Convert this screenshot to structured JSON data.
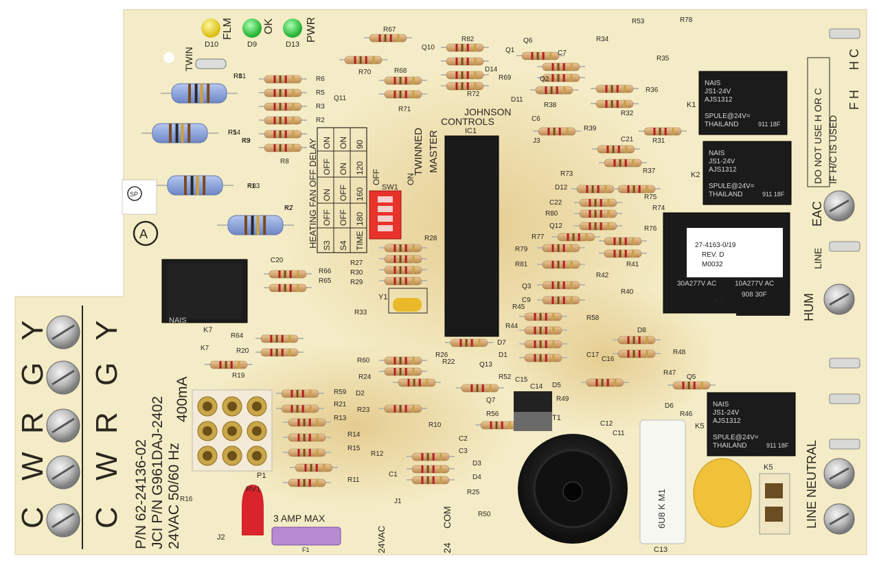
{
  "board": {
    "labels": {
      "part_number": "P/N 62-24136-02",
      "jci_part_number": "JCI P/N G961DAJ-2402",
      "rating": "24VAC 50/60 Hz",
      "current": "400mA",
      "fuse_rating": "3 AMP MAX",
      "manufacturer_line1": "JOHNSON",
      "manufacturer_line2": "CONTROLS",
      "twin": "TWIN",
      "twinned": "TWINNED",
      "master": "MASTER",
      "dip_on": "ON",
      "dip_off": "OFF",
      "hum": "HUM",
      "eac": "EAC",
      "line": "LINE",
      "line_neutral": "LINE NEUTRAL",
      "hc_note_1": "DO NOT USE H OR C",
      "hc_note_2": "IF H/C IS USED",
      "hc_letters": "H C",
      "fh": "F H",
      "com": "COM",
      "v24": "24",
      "vac24": "24VAC",
      "k5": "K5",
      "p1": "P1",
      "f1": "F1",
      "rv1": "RV1",
      "j1": "J1",
      "j2": "J2",
      "sw1": "SW1",
      "ic1": "IC1",
      "y1": "Y1",
      "c13": "C13",
      "t1": "T1"
    },
    "leds": [
      {
        "ref": "D10",
        "label": "FLM",
        "color": "#f0d820"
      },
      {
        "ref": "D9",
        "label": "OK",
        "color": "#3fd04a"
      },
      {
        "ref": "D13",
        "label": "PWR",
        "color": "#3fd04a"
      }
    ],
    "terminals_left": [
      "Y",
      "G",
      "R",
      "W",
      "C"
    ],
    "terminals_left_mirror": [
      "Y",
      "G",
      "R",
      "W",
      "C"
    ],
    "dip_table": {
      "title": "HEATING FAN OFF DELAY",
      "rows": [
        [
          "S3",
          "OFF",
          "ON",
          "OFF",
          "ON"
        ],
        [
          "S4",
          "OFF",
          "OFF",
          "ON",
          "ON"
        ],
        [
          "TIME",
          "180",
          "160",
          "120",
          "90"
        ]
      ]
    },
    "relays": [
      {
        "ref": "K1",
        "brand": "NAIS",
        "model": "JS1-24V",
        "code": "AJS1312",
        "spec": "SPULE@24V=",
        "origin": "THAILAND",
        "date": "911 18F"
      },
      {
        "ref": "K2",
        "brand": "NAIS",
        "model": "JS1-24V",
        "code": "AJS1312",
        "spec": "SPULE@24V=",
        "origin": "THAILAND",
        "date": "911 18F"
      },
      {
        "ref": "K5",
        "brand": "NAIS",
        "model": "JS1-24V",
        "code": "AJS1312",
        "spec": "SPULE@24V=",
        "origin": "THAILAND",
        "date": "911 18F"
      }
    ],
    "k3_label": {
      "line1": "27-4163-0/19",
      "line2": "REV. D",
      "line3": "M0032",
      "rating_left": "30A277V AC",
      "rating_right": "10A277V AC",
      "date": "908 30F"
    },
    "capacitor_label": "6U8 K M1",
    "ref_labels_left": [
      "R4",
      "R1",
      "R9",
      "R83",
      "R7",
      "R6",
      "R5",
      "R3",
      "R2",
      "R8",
      "C20",
      "R66",
      "R65",
      "K7",
      "R64",
      "R20",
      "R19",
      "R16"
    ],
    "ref_labels_mid": [
      "R67",
      "R70",
      "Q10",
      "R68",
      "R71",
      "Q11",
      "R82",
      "Q1",
      "R69",
      "D14",
      "R72",
      "R27",
      "R30",
      "R29",
      "R28",
      "R33",
      "R26",
      "R60",
      "R24",
      "D2",
      "R23",
      "R59",
      "R21",
      "R13",
      "R14",
      "R15",
      "R11",
      "R12",
      "R10",
      "C1",
      "C2",
      "C3",
      "D3",
      "D4",
      "R25",
      "R22",
      "D1",
      "Q13",
      "R52",
      "Q7",
      "R56",
      "C15",
      "C14",
      "D7",
      "Q6",
      "R53"
    ],
    "ref_labels_right": [
      "R78",
      "R34",
      "C7",
      "Q2",
      "R35",
      "R36",
      "D11",
      "R38",
      "R32",
      "C6",
      "R39",
      "J3",
      "C21",
      "R31",
      "R73",
      "R37",
      "D12",
      "R75",
      "C22",
      "R74",
      "R80",
      "Q12",
      "R76",
      "R77",
      "R79",
      "R81",
      "R41",
      "R42",
      "R40",
      "Q3",
      "C9",
      "R45",
      "R44",
      "R58",
      "D8",
      "C17",
      "R48",
      "C16",
      "R47",
      "D5",
      "Q5",
      "R49",
      "D6",
      "R46",
      "C12",
      "C11",
      "R50",
      "R51",
      "R54",
      "K3",
      "K1",
      "K2"
    ]
  }
}
